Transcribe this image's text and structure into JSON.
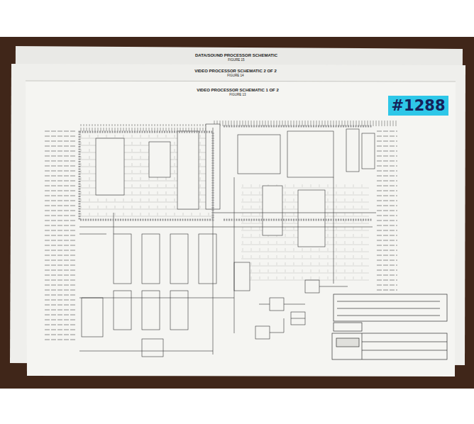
{
  "diagram": {
    "nodes": [
      {
        "text": [
          "DATA/SOUND PROCESSOR SCHEMATIC",
          "FIGURE 15"
        ]
      },
      {
        "text": [
          "VIDEO PROCESSOR SCHEMATIC 2 OF 2",
          "FIGURE 14"
        ]
      },
      {
        "text": [
          "VIDEO PROCESSOR SCHEMATIC 1 OF 2",
          "FIGURE 13"
        ]
      },
      {
        "text": [
          "#1288"
        ],
        "in": 2
      }
    ]
  }
}
